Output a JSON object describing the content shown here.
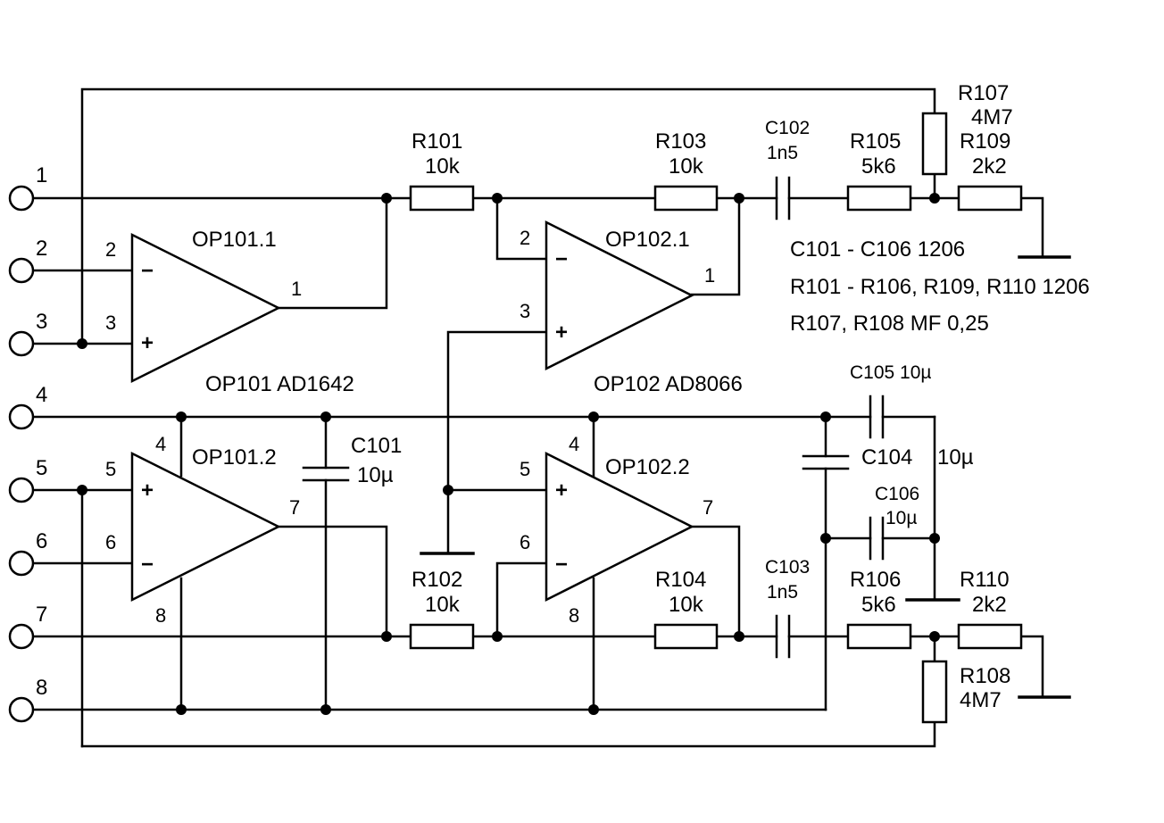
{
  "terminals": [
    "1",
    "2",
    "3",
    "4",
    "5",
    "6",
    "7",
    "8"
  ],
  "opamps": {
    "op101_1": {
      "name": "OP101.1",
      "pin_inv": "2",
      "pin_noninv": "3",
      "pin_out": "1"
    },
    "op102_1": {
      "name": "OP102.1",
      "pin_inv": "2",
      "pin_noninv": "3",
      "pin_out": "1"
    },
    "op101_2": {
      "name": "OP101.2",
      "pin_noninv": "5",
      "pin_inv": "6",
      "pin_out": "7",
      "pin_vp": "4",
      "pin_vn": "8"
    },
    "op102_2": {
      "name": "OP102.2",
      "pin_noninv": "5",
      "pin_inv": "6",
      "pin_out": "7",
      "pin_vp": "4",
      "pin_vn": "8"
    },
    "op101_part": "OP101 AD1642",
    "op102_part": "OP102 AD8066"
  },
  "signs": {
    "minus": "−",
    "plus": "+"
  },
  "components": {
    "r101": {
      "ref": "R101",
      "value": "10k"
    },
    "r102": {
      "ref": "R102",
      "value": "10k"
    },
    "r103": {
      "ref": "R103",
      "value": "10k"
    },
    "r104": {
      "ref": "R104",
      "value": "10k"
    },
    "r105": {
      "ref": "R105",
      "value": "5k6"
    },
    "r106": {
      "ref": "R106",
      "value": "5k6"
    },
    "r107": {
      "ref": "R107",
      "value": "4M7"
    },
    "r108": {
      "ref": "R108",
      "value": "4M7"
    },
    "r109": {
      "ref": "R109",
      "value": "2k2"
    },
    "r110": {
      "ref": "R110",
      "value": "2k2"
    },
    "c101": {
      "ref": "C101",
      "value": "10µ"
    },
    "c102": {
      "ref": "C102",
      "value": "1n5"
    },
    "c103": {
      "ref": "C103",
      "value": "1n5"
    },
    "c104": {
      "ref": "C104",
      "value": "10µ"
    },
    "c105": {
      "label": "C105 10µ"
    },
    "c106": {
      "ref": "C106",
      "value": "10µ"
    }
  },
  "notes": [
    "C101 - C106 1206",
    "R101 - R106, R109, R110 1206",
    "R107, R108 MF 0,25"
  ]
}
